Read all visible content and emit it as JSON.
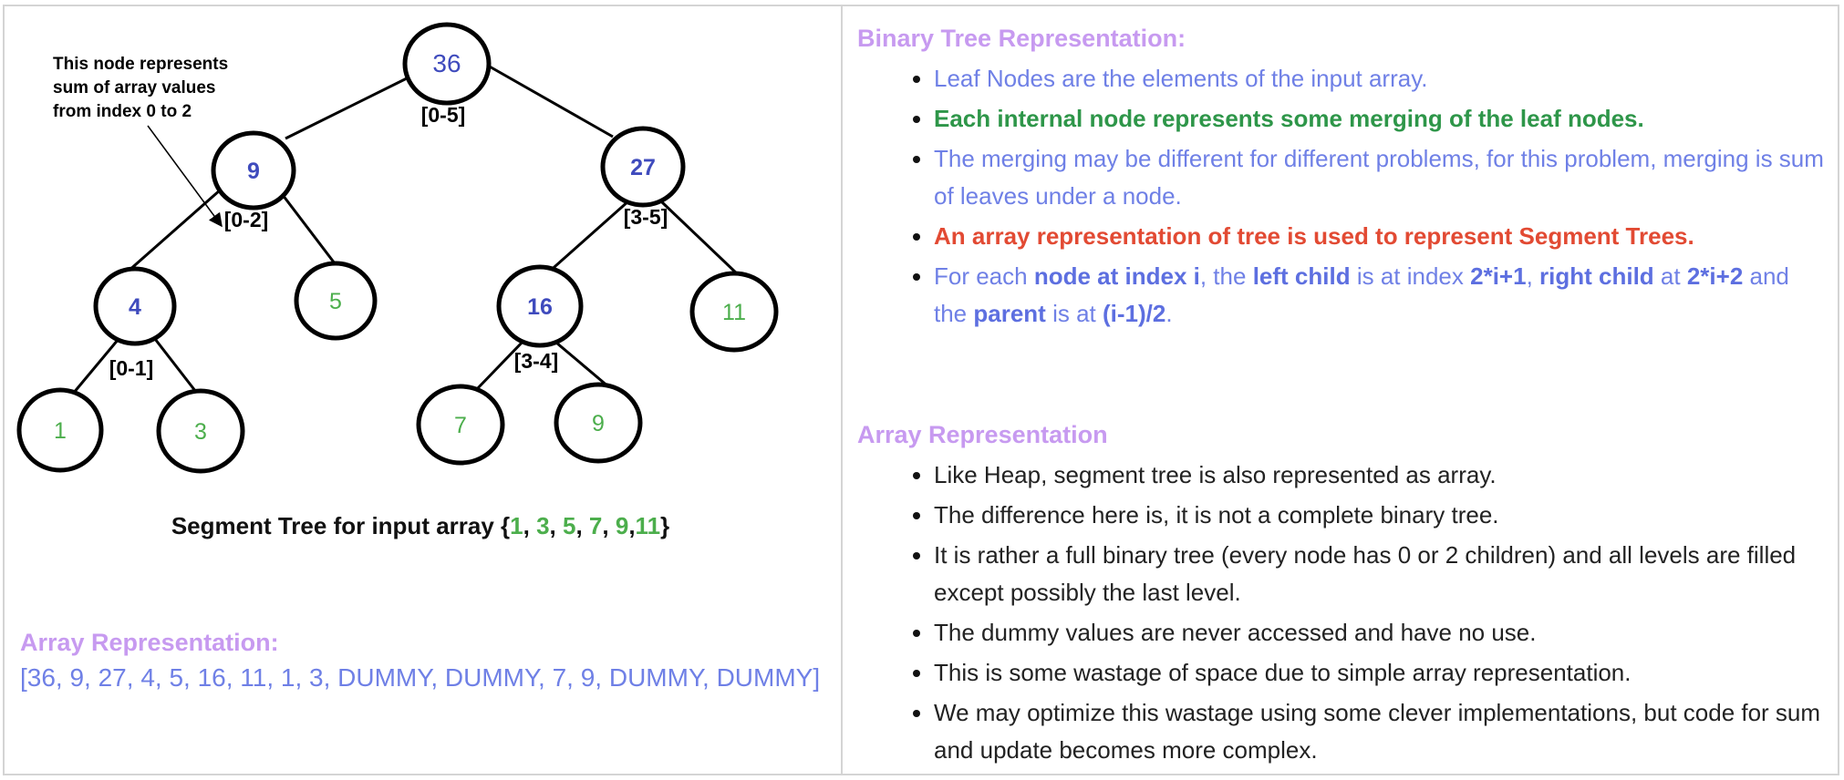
{
  "diagram": {
    "nodes": [
      {
        "id": "n36",
        "value": "36",
        "range": "[0-5]",
        "kind": "internal"
      },
      {
        "id": "n9",
        "value": "9",
        "range": "[0-2]",
        "kind": "internal"
      },
      {
        "id": "n27",
        "value": "27",
        "range": "[3-5]",
        "kind": "internal"
      },
      {
        "id": "n4",
        "value": "4",
        "range": "[0-1]",
        "kind": "internal"
      },
      {
        "id": "n5",
        "value": "5",
        "range": "",
        "kind": "leaf"
      },
      {
        "id": "n16",
        "value": "16",
        "range": "[3-4]",
        "kind": "internal"
      },
      {
        "id": "n11",
        "value": "11",
        "range": "",
        "kind": "leaf"
      },
      {
        "id": "n1",
        "value": "1",
        "range": "",
        "kind": "leaf"
      },
      {
        "id": "n3",
        "value": "3",
        "range": "",
        "kind": "leaf"
      },
      {
        "id": "n7",
        "value": "7",
        "range": "",
        "kind": "leaf"
      },
      {
        "id": "n9b",
        "value": "9",
        "range": "",
        "kind": "leaf"
      }
    ],
    "annotation": [
      "This node represents",
      "sum of array values",
      "from index 0 to 2"
    ],
    "caption_prefix": "Segment Tree for input array {",
    "caption_values": [
      "1",
      "3",
      "5",
      "7",
      "9",
      "11"
    ],
    "caption_suffix": "}",
    "colors": {
      "internal": "#3f4bbd",
      "leaf": "#4cae4c",
      "stroke": "#000000"
    }
  },
  "left_array": {
    "title": "Array Representation:",
    "values": "[36, 9, 27, 4, 5, 16, 11, 1, 3, DUMMY, DUMMY, 7, 9, DUMMY, DUMMY]"
  },
  "binary_tree": {
    "title": "Binary Tree Representation:",
    "item1": "Leaf Nodes are the elements of the input array.",
    "item2": "Each internal node represents some merging of the leaf nodes.",
    "item3": "The merging may be different for different problems, for this problem, merging is sum of leaves under a node.",
    "item4": "An array representation of tree is used to represent Segment Trees.",
    "item5": {
      "t1": "For each ",
      "b1": "node at index i",
      "t2": ", the ",
      "b2": "left child",
      "t3": " is at index ",
      "b3": "2*i+1",
      "t4": ", ",
      "b4": "right child",
      "t5": " at ",
      "b5": "2*i+2",
      "t6": " and the ",
      "b6": "parent",
      "t7": " is at ",
      "b7": "(i-1)/2",
      "t8": "."
    }
  },
  "array_rep": {
    "title": "Array Representation",
    "items": [
      "Like Heap, segment tree is also represented as array.",
      "The difference here is, it is not a complete binary tree.",
      "It is rather a full binary tree (every node has 0 or 2 children) and all levels are filled except possibly the last level.",
      "The dummy values are never accessed and have no use.",
      "This is some wastage of space due to simple array representation.",
      "We may optimize this wastage using some clever implementations, but code for sum and update becomes more complex."
    ]
  },
  "colors": {
    "title": "#c79af0",
    "body_blue": "#6f80e6",
    "green": "#2e9649",
    "red": "#e24a33"
  }
}
